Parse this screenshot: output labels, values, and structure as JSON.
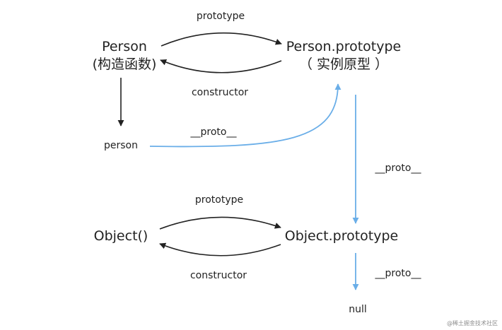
{
  "nodes": {
    "person_constructor": {
      "title": "Person",
      "subtitle": "(构造函数)"
    },
    "person_prototype": {
      "title": "Person.prototype",
      "subtitle": "（ 实例原型 ）"
    },
    "person_instance": {
      "title": "person"
    },
    "object_constructor": {
      "title": "Object()"
    },
    "object_prototype": {
      "title": "Object.prototype"
    },
    "null_node": {
      "title": "null"
    }
  },
  "edge_labels": {
    "prototype_top": "prototype",
    "constructor_top": "constructor",
    "proto_person": "__proto__",
    "proto_person_prototype": "__proto__",
    "prototype_bottom": "prototype",
    "constructor_bottom": "constructor",
    "proto_object_prototype": "__proto__"
  },
  "watermark": "@稀土掘金技术社区",
  "colors": {
    "black_arrow": "#222222",
    "blue_arrow": "#6aaee8"
  }
}
